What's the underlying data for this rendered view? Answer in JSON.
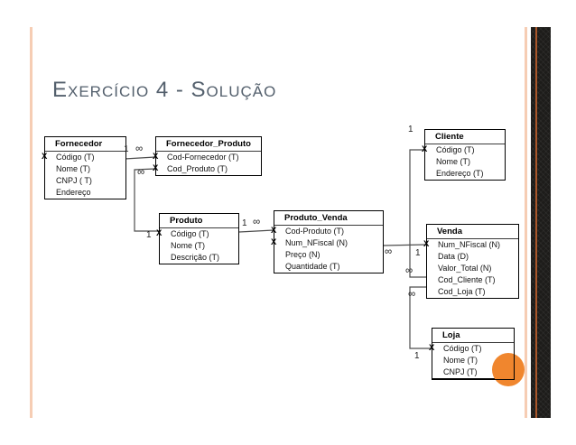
{
  "slide": {
    "title": "Exercício 4 - Solução",
    "background": "#ffffff",
    "title_color": "#54606d",
    "accent_colors": {
      "peach_line": "#f6cdb4",
      "dark_bar": "#1d1c1a",
      "bar_stripe": "#a8562a",
      "orange_circle": "#f0862e"
    }
  },
  "diagram": {
    "key_glyph": "X",
    "tables": [
      {
        "name": "Fornecedor",
        "fields": [
          {
            "name": "Código (T)",
            "key": true
          },
          {
            "name": "Nome (T)",
            "key": false
          },
          {
            "name": "CNPJ ( T)",
            "key": false
          },
          {
            "name": "Endereço",
            "key": false
          }
        ]
      },
      {
        "name": "Fornecedor_Produto",
        "fields": [
          {
            "name": "Cod-Fornecedor (T)",
            "key": true
          },
          {
            "name": "Cod_Produto (T)",
            "key": true
          }
        ]
      },
      {
        "name": "Produto",
        "fields": [
          {
            "name": "Código (T)",
            "key": true
          },
          {
            "name": "Nome (T)",
            "key": false
          },
          {
            "name": "Descrição (T)",
            "key": false
          }
        ]
      },
      {
        "name": "Produto_Venda",
        "fields": [
          {
            "name": "Cod-Produto (T)",
            "key": true
          },
          {
            "name": "Num_NFiscal (N)",
            "key": true
          },
          {
            "name": "Preço (N)",
            "key": false
          },
          {
            "name": "Quantidade (T)",
            "key": false
          }
        ]
      },
      {
        "name": "Cliente",
        "fields": [
          {
            "name": "Código (T)",
            "key": true
          },
          {
            "name": "Nome (T)",
            "key": false
          },
          {
            "name": "Endereço (T)",
            "key": false
          }
        ]
      },
      {
        "name": "Venda",
        "fields": [
          {
            "name": "Num_NFiscal (N)",
            "key": true
          },
          {
            "name": "Data (D)",
            "key": false
          },
          {
            "name": "Valor_Total (N)",
            "key": false
          },
          {
            "name": "Cod_Cliente (T)",
            "key": false
          },
          {
            "name": "Cod_Loja (T)",
            "key": false
          }
        ]
      },
      {
        "name": "Loja",
        "fields": [
          {
            "name": "Código (T)",
            "key": true
          },
          {
            "name": "Nome (T)",
            "key": false
          },
          {
            "name": "CNPJ (T)",
            "key": false
          }
        ]
      }
    ],
    "cardinality_labels": [
      {
        "text": "1"
      },
      {
        "text": "∞"
      },
      {
        "text": "∞"
      },
      {
        "text": "1"
      },
      {
        "text": "1"
      },
      {
        "text": "∞"
      },
      {
        "text": "∞"
      },
      {
        "text": "1"
      },
      {
        "text": "1"
      },
      {
        "text": "∞"
      },
      {
        "text": "∞"
      },
      {
        "text": "1"
      }
    ]
  }
}
